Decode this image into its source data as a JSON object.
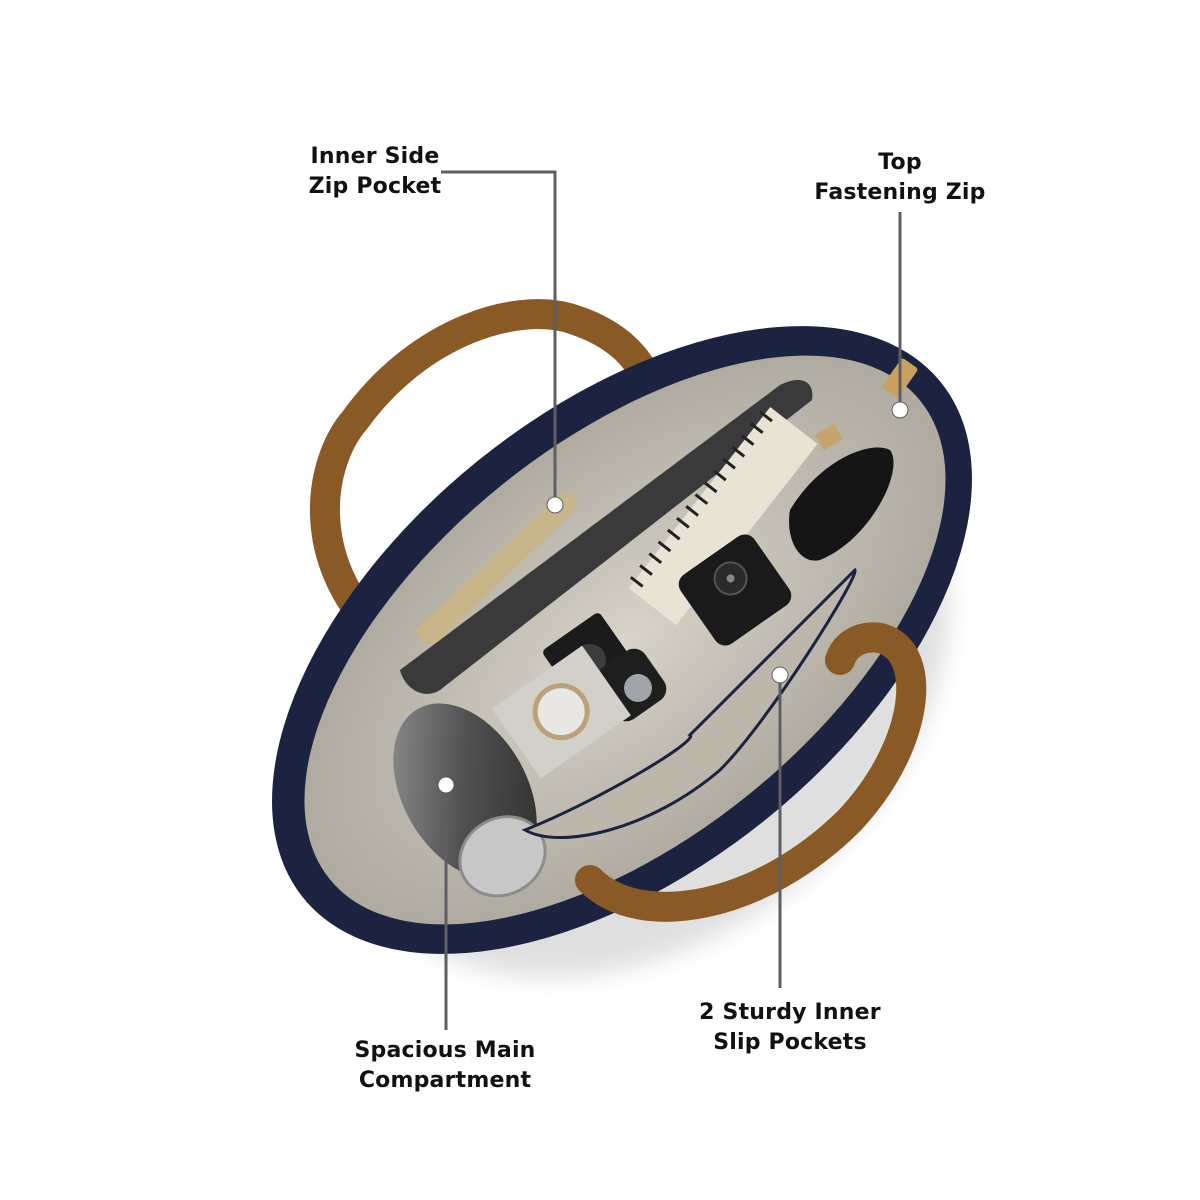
{
  "image": {
    "subject": "Tote bag top-down view showing interior",
    "background_color": "#ffffff"
  },
  "colors": {
    "bag_exterior_navy": "#1c2340",
    "bag_lining": "#c9c4ba",
    "handle_tan": "#8a5a26",
    "bag_outer_beige": "#e8cdb4",
    "callout_line": "#5f5f63",
    "callout_dot": "#ffffff",
    "label_text": "#111111"
  },
  "callouts": [
    {
      "id": "inner-side-zip-pocket",
      "line1": "Inner Side",
      "line2": "Zip Pocket"
    },
    {
      "id": "top-fastening-zip",
      "line1": "Top",
      "line2": "Fastening Zip"
    },
    {
      "id": "spacious-main-compartment",
      "line1": "Spacious Main",
      "line2": "Compartment"
    },
    {
      "id": "sturdy-inner-slip-pockets",
      "line1": "2 Sturdy Inner",
      "line2": "Slip Pockets"
    }
  ]
}
